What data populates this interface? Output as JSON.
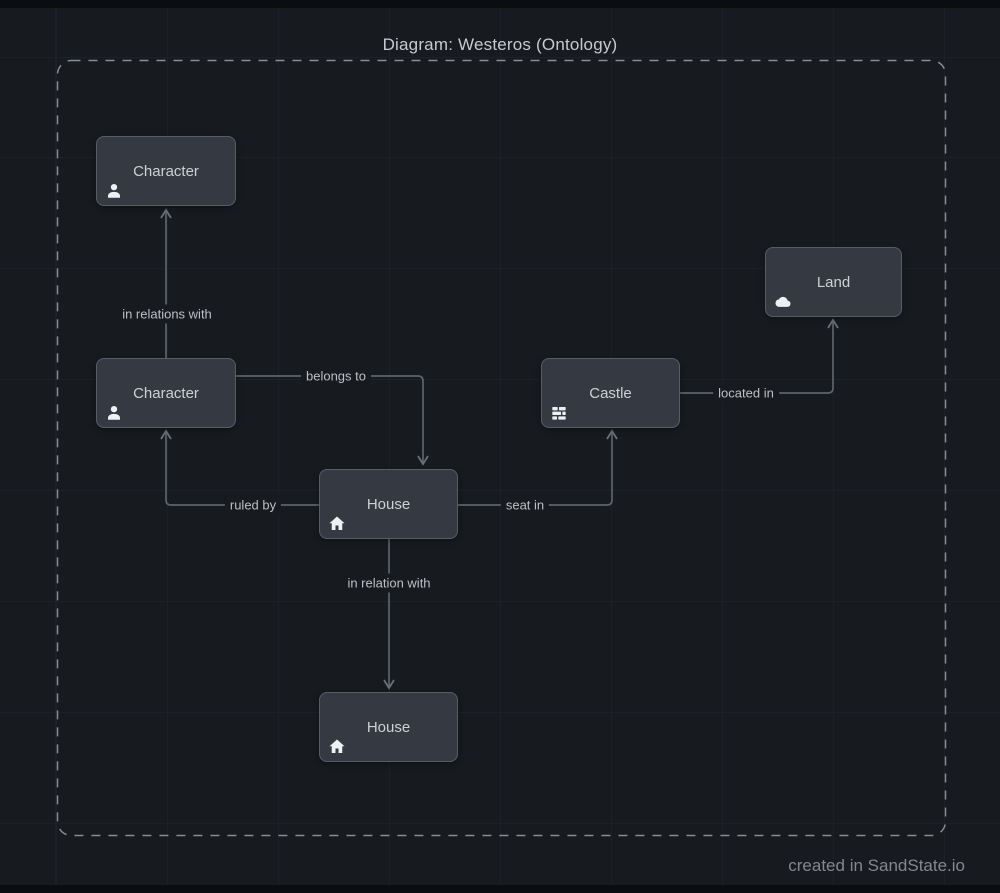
{
  "title": "Diagram: Westeros (Ontology)",
  "footer": {
    "credit": "created in SandState.io"
  },
  "colors": {
    "canvas_bg": "#171a1f",
    "outer_bg": "#0b0d11",
    "node_fill": "#353a42",
    "node_border": "#575d66",
    "node_text": "#cdd1d6",
    "edge": "#5d636b",
    "edge_label_text": "#bcc0c5",
    "frame_dash": "#878d95",
    "title_text": "#c7cbd0",
    "footer_text": "#83888f"
  },
  "nodes": [
    {
      "id": "character-top",
      "label": "Character",
      "icon": "person-icon"
    },
    {
      "id": "character",
      "label": "Character",
      "icon": "person-icon"
    },
    {
      "id": "land",
      "label": "Land",
      "icon": "cloud-icon"
    },
    {
      "id": "castle",
      "label": "Castle",
      "icon": "brick-wall-icon"
    },
    {
      "id": "house",
      "label": "House",
      "icon": "home-icon"
    },
    {
      "id": "house-bottom",
      "label": "House",
      "icon": "home-icon"
    }
  ],
  "edges": [
    {
      "label": "in relations with",
      "from": "character",
      "to": "character-top"
    },
    {
      "label": "belongs to",
      "from": "character",
      "to": "house"
    },
    {
      "label": "ruled by",
      "from": "house",
      "to": "character"
    },
    {
      "label": "seat in",
      "from": "house",
      "to": "castle"
    },
    {
      "label": "located in",
      "from": "castle",
      "to": "land"
    },
    {
      "label": "in relation with",
      "from": "house",
      "to": "house-bottom"
    }
  ]
}
